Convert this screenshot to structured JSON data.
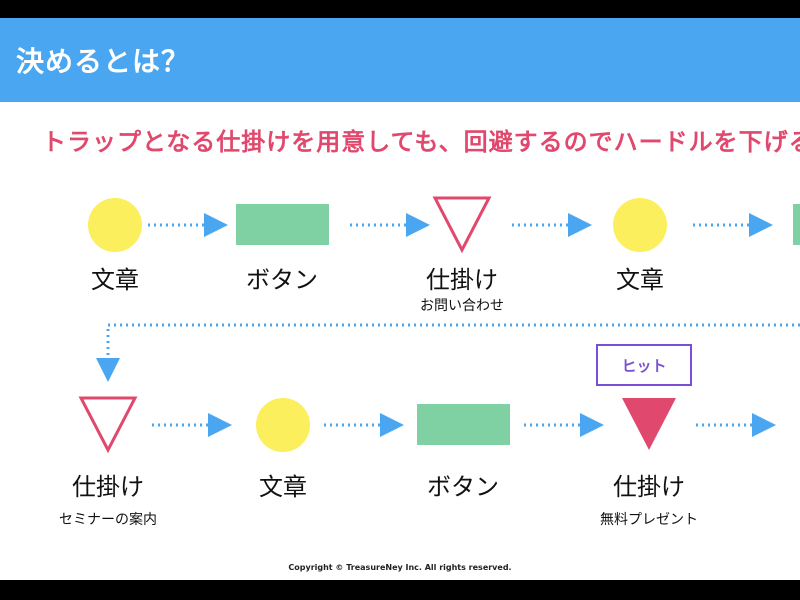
{
  "header": {
    "title": "決めるとは？"
  },
  "subtitle": "トラップとなる仕掛けを用意しても、回避するのでハードルを下げる",
  "colors": {
    "header_bg": "#4aa6f0",
    "accent_pink": "#e0496d",
    "circle_yellow": "#fbef5d",
    "rect_green": "#7fd1a4",
    "arrow_blue": "#4aa6f0",
    "badge_purple": "#7a4fd6"
  },
  "row1": [
    {
      "shape": "circle",
      "label": "文章",
      "sub": ""
    },
    {
      "shape": "rect",
      "label": "ボタン",
      "sub": ""
    },
    {
      "shape": "triangle-outline",
      "label": "仕掛け",
      "sub": "お問い合わせ"
    },
    {
      "shape": "circle",
      "label": "文章",
      "sub": ""
    },
    {
      "shape": "rect",
      "label": "",
      "sub": ""
    }
  ],
  "row2": [
    {
      "shape": "triangle-outline",
      "label": "仕掛け",
      "sub": "セミナーの案内"
    },
    {
      "shape": "circle",
      "label": "文章",
      "sub": ""
    },
    {
      "shape": "rect",
      "label": "ボタン",
      "sub": ""
    },
    {
      "shape": "triangle-filled",
      "label": "仕掛け",
      "sub": "無料プレゼント",
      "badge": "ヒット"
    }
  ],
  "copyright": "Copyright © TreasureNey Inc. All rights reserved."
}
